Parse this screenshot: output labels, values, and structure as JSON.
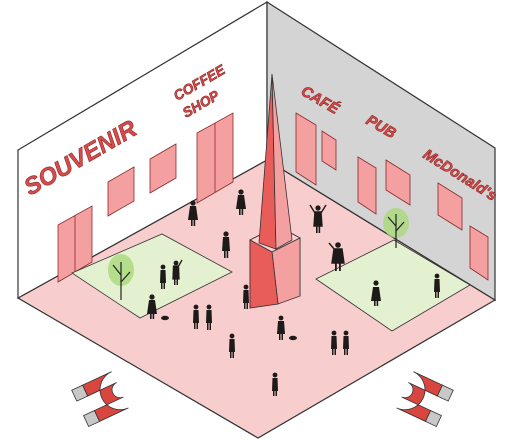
{
  "signs": {
    "souvenir": "SOUVENIR",
    "coffee_line1": "COFFEE",
    "coffee_line2": "SHOP",
    "cafe": "CAFÉ",
    "pub": "PUB",
    "mcdonalds": "McDonald's"
  },
  "colors": {
    "plaza_floor": "#f7cdcd",
    "grass": "#e4f1d0",
    "left_wall": "#ffffff",
    "right_wall": "#d4d4d4",
    "accent_red": "#e85c5a",
    "window_pink": "#f5a0a0",
    "magnet_red": "#d9453f",
    "magnet_tip": "#c8c8c8",
    "tree_green": "#a8d87a",
    "people": "#1e1a1a"
  },
  "icons": [
    "obelisk-icon",
    "magnet-icon",
    "tree-icon",
    "person-icon"
  ]
}
